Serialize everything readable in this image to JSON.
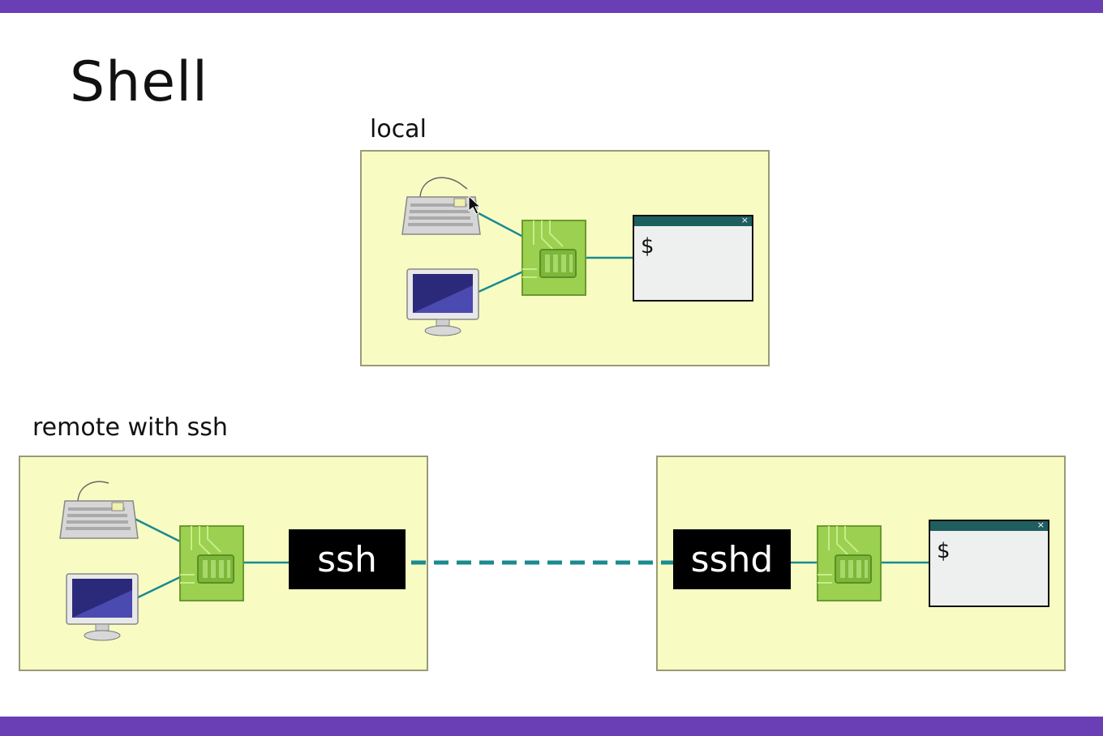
{
  "title": "Shell",
  "local": {
    "label": "local",
    "terminal_prompt": "$"
  },
  "remote": {
    "label": "remote with ssh",
    "client_process": "ssh",
    "server_process": "sshd",
    "terminal_prompt": "$"
  },
  "colors": {
    "header_bar": "#6a3fb5",
    "box_fill": "#f8fcc3",
    "connector": "#1a8a90",
    "chip": "#8cc63f"
  }
}
